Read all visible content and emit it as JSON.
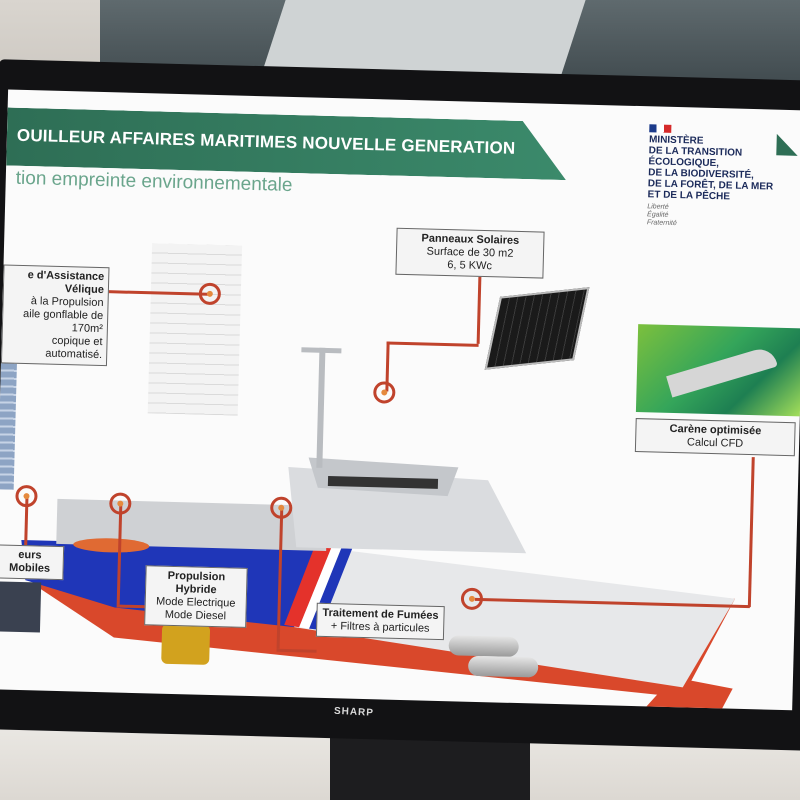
{
  "slide": {
    "title": "OUILLEUR AFFAIRES MARITIMES NOUVELLE GENERATION",
    "subtitle": "tion empreinte environnementale"
  },
  "ministry": {
    "lines": [
      "MINISTÈRE",
      "DE LA TRANSITION",
      "ÉCOLOGIQUE,",
      "DE LA BIODIVERSITÉ,",
      "DE LA FORÊT, DE LA MER",
      "ET DE LA PÊCHE"
    ],
    "motto": [
      "Liberté",
      "Égalité",
      "Fraternité"
    ]
  },
  "callouts": {
    "sail": {
      "head": "e d'Assistance Vélique",
      "line1": "à la Propulsion",
      "line2": "aile gonflable de 170m²",
      "line3": "copique et automatisé."
    },
    "solar": {
      "head": "Panneaux Solaires",
      "line1": "Surface de 30 m2",
      "line2": "6, 5 KWc"
    },
    "hull": {
      "head": "Carène optimisée",
      "line1": "Calcul CFD"
    },
    "movable": {
      "head": "eurs Mobiles"
    },
    "propulsion": {
      "head": "Propulsion Hybride",
      "line1": "Mode Electrique",
      "line2": "Mode Diesel"
    },
    "fumes": {
      "head": "Traitement de Fumées",
      "line1": "+ Filtres à particules"
    }
  },
  "tv_brand": "SHARP",
  "colors": {
    "accent": "#2e6e55",
    "marker": "#c0432c",
    "hull_red": "#d9482b",
    "hull_blue": "#1f36b8"
  }
}
